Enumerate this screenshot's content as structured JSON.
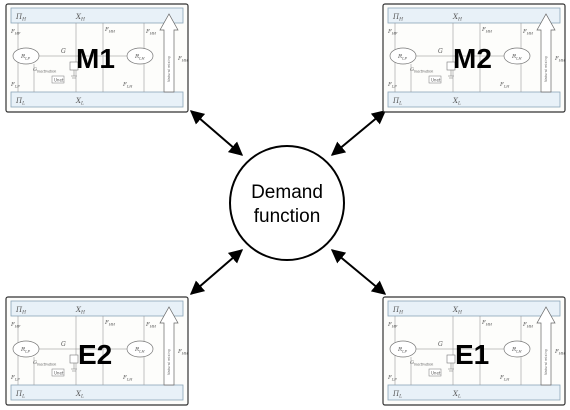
{
  "center": {
    "line1": "Demand",
    "line2": "function"
  },
  "panel_text": {
    "pi_h": "Π",
    "pi_h_sub": "H",
    "x_h": "X",
    "x_h_sub": "H",
    "pi_l": "Π",
    "pi_l_sub": "L",
    "x_l": "X",
    "x_l_sub": "L",
    "f_hf": "F",
    "f_hf_sub": "HF",
    "f_hh": "F",
    "f_hh_sub": "HH",
    "f_hh2": "F",
    "f_hh2_sub": "HH",
    "f_lf": "F",
    "f_lf_sub": "LF",
    "f_lh": "F",
    "f_lh_sub": "LH",
    "node_rf": "R",
    "node_rf_sub": "LF",
    "node_rh": "R",
    "node_rh_sub": "LH",
    "g": "G",
    "g_inact": "G",
    "g_inact_sub": "inactivation",
    "u_net": "Unet",
    "vert_label": "Natural mixing"
  },
  "panels": [
    {
      "label": "M1",
      "label_pos": "top"
    },
    {
      "label": "M2",
      "label_pos": "top"
    },
    {
      "label": "E2",
      "label_pos": "bottom"
    },
    {
      "label": "E1",
      "label_pos": "bottom"
    }
  ],
  "colors": {
    "panel_border": "#333333",
    "panel_fill": "#fdfdfb",
    "box_fill": "#e8f1f8",
    "box_stroke": "#8aa4b8",
    "faint": "#8c8c8c"
  }
}
